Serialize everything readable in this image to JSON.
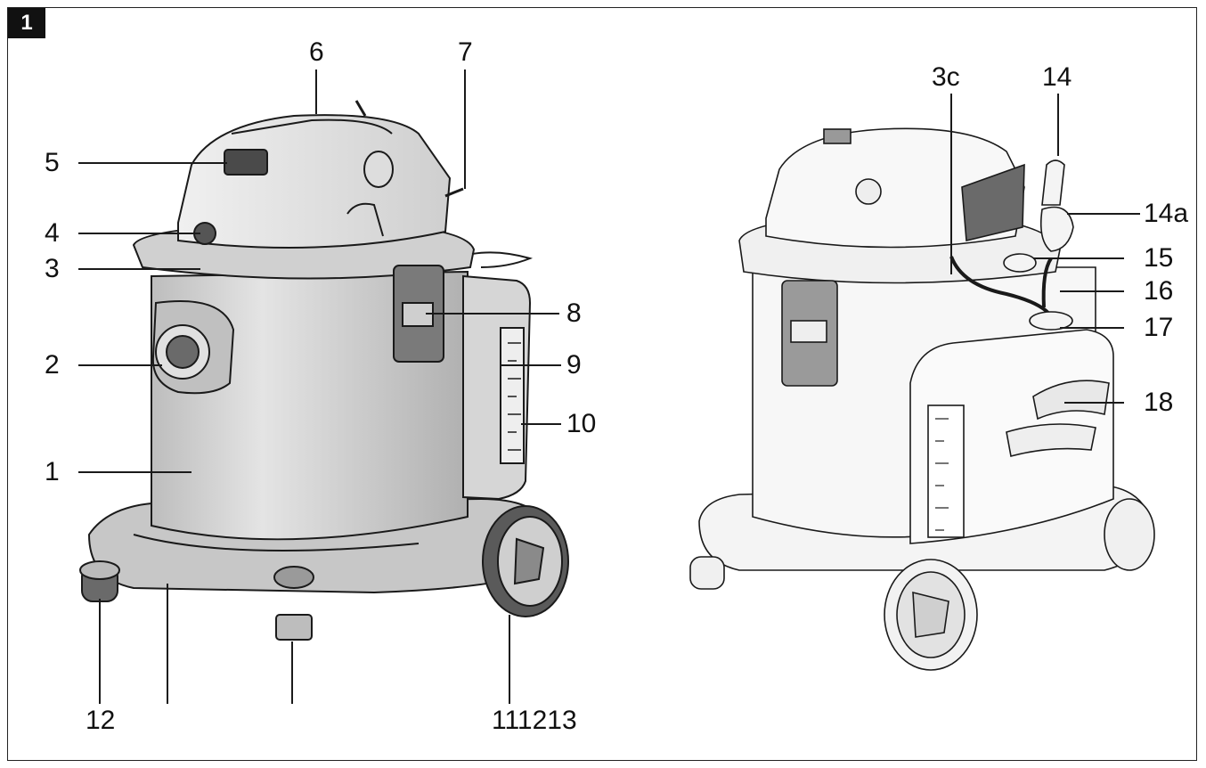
{
  "figure": {
    "number": "1"
  },
  "colors": {
    "ink": "#1a1a1a",
    "body": "#c9c9c9",
    "body_light": "#e6e6e6",
    "dark": "#4a4a4a"
  },
  "callouts": {
    "c1": "1",
    "c2": "2",
    "c3": "3",
    "c4": "4",
    "c5": "5",
    "c6": "6",
    "c7": "7",
    "c8": "8",
    "c9": "9",
    "c10": "10",
    "c12": "12",
    "c111213": "111213",
    "c3c": "3c",
    "c14": "14",
    "c14a": "14a",
    "c15": "15",
    "c16": "16",
    "c17": "17",
    "c18": "18"
  }
}
